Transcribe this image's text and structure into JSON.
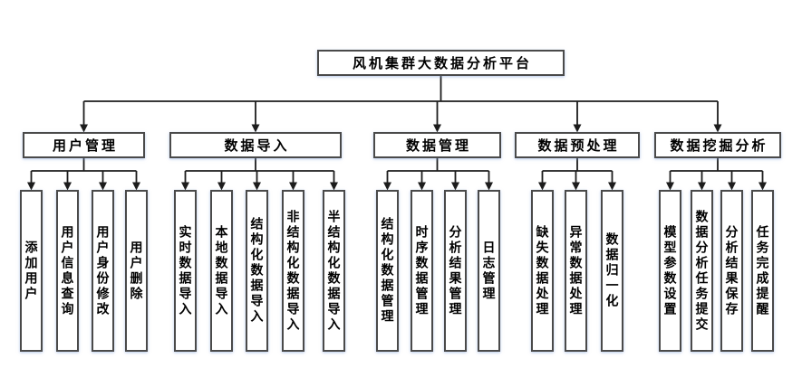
{
  "diagram": {
    "title": "风机集群大数据分析平台",
    "root": {
      "label": "风机集群大数据分析平台"
    },
    "branches": [
      {
        "label": "用户管理",
        "children": [
          "添加用户",
          "用户信息查询",
          "用户身份修改",
          "用户删除"
        ]
      },
      {
        "label": "数据导入",
        "children": [
          "实时数据导入",
          "本地数据导入",
          "结构化数据导入",
          "非结构化数据导入",
          "半结构化数据导入"
        ]
      },
      {
        "label": "数据管理",
        "children": [
          "结构化数据管理",
          "时序数据管理",
          "分析结果管理",
          "日志管理"
        ]
      },
      {
        "label": "数据预处理",
        "children": [
          "缺失数据处理",
          "异常数据处理",
          "数据归一化"
        ]
      },
      {
        "label": "数据挖掘分析",
        "children": [
          "模型参数设置",
          "数据分析任务提交",
          "分析结果保存",
          "任务完成提醒"
        ]
      }
    ],
    "colors": {
      "background": "#ffffff",
      "box_fill": "#ffffff",
      "box_border": "#4a4a4a",
      "connector": "#1c1c1c",
      "text": "#000000",
      "glow": "#789bd7"
    }
  }
}
